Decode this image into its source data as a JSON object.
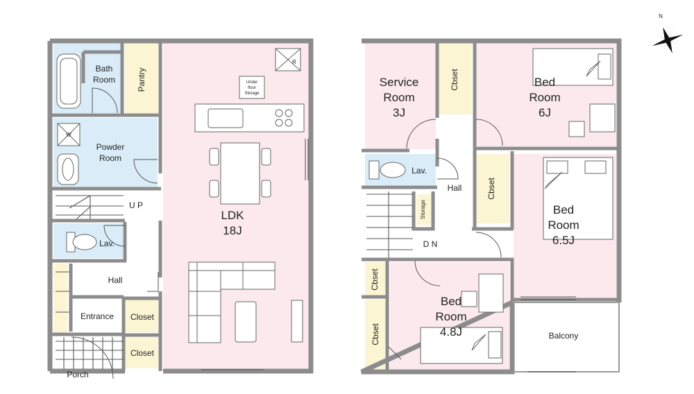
{
  "compass": {
    "label": "N"
  },
  "colors": {
    "pink": "#fbe9ee",
    "blue": "#d9ecf7",
    "yellow": "#fbf5d3",
    "wall": "#8c8c8c",
    "white": "#ffffff"
  },
  "floor1": {
    "bath": {
      "line1": "Bath",
      "line2": "Room"
    },
    "pantry": "Pantry",
    "powder": {
      "line1": "Powder",
      "line2": "Room",
      "w": "W"
    },
    "ldk": {
      "line1": "LDK",
      "line2": "18J"
    },
    "range_hood": "R",
    "under_floor": {
      "line1": "Under",
      "line2": "floor",
      "line3": "Storage"
    },
    "up": "U P",
    "lav": "Lav.",
    "hall": "Hall",
    "entrance": "Entrance",
    "closet1": "Closet",
    "closet2": "Closet",
    "porch": "Porch"
  },
  "floor2": {
    "service": {
      "line1": "Service",
      "line2": "Room",
      "line3": "3J"
    },
    "closet_top": "Cbset",
    "bed6": {
      "line1": "Bed",
      "line2": "Room",
      "line3": "6J"
    },
    "lav": "Lav.",
    "hall": "Hall",
    "closet_mid": "Cbset",
    "storage": "Storage",
    "bed65": {
      "line1": "Bed",
      "line2": "Room",
      "line3": "6.5J"
    },
    "dn": "D N",
    "closet_l1": "Cbset",
    "closet_l2": "Cbset",
    "bed48": {
      "line1": "Bed",
      "line2": "Room",
      "line3": "4.8J"
    },
    "balcony": "Balcony"
  }
}
